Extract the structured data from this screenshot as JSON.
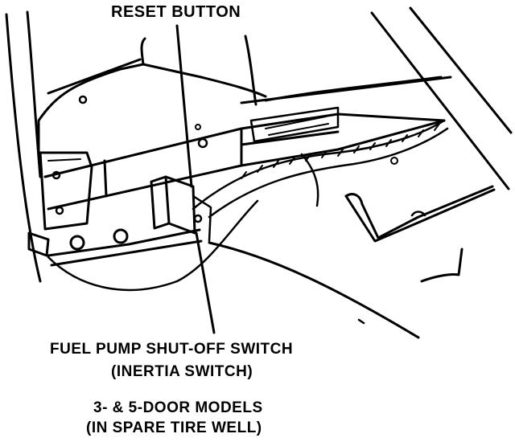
{
  "diagram": {
    "labels": {
      "reset_button": "RESET BUTTON",
      "switch_line1": "FUEL PUMP SHUT-OFF SWITCH",
      "switch_line2": "(INERTIA SWITCH)",
      "models_line1": "3- & 5-DOOR MODELS",
      "models_line2": "(IN SPARE TIRE WELL)"
    },
    "colors": {
      "ink": "#000000",
      "paper": "#ffffff"
    }
  }
}
